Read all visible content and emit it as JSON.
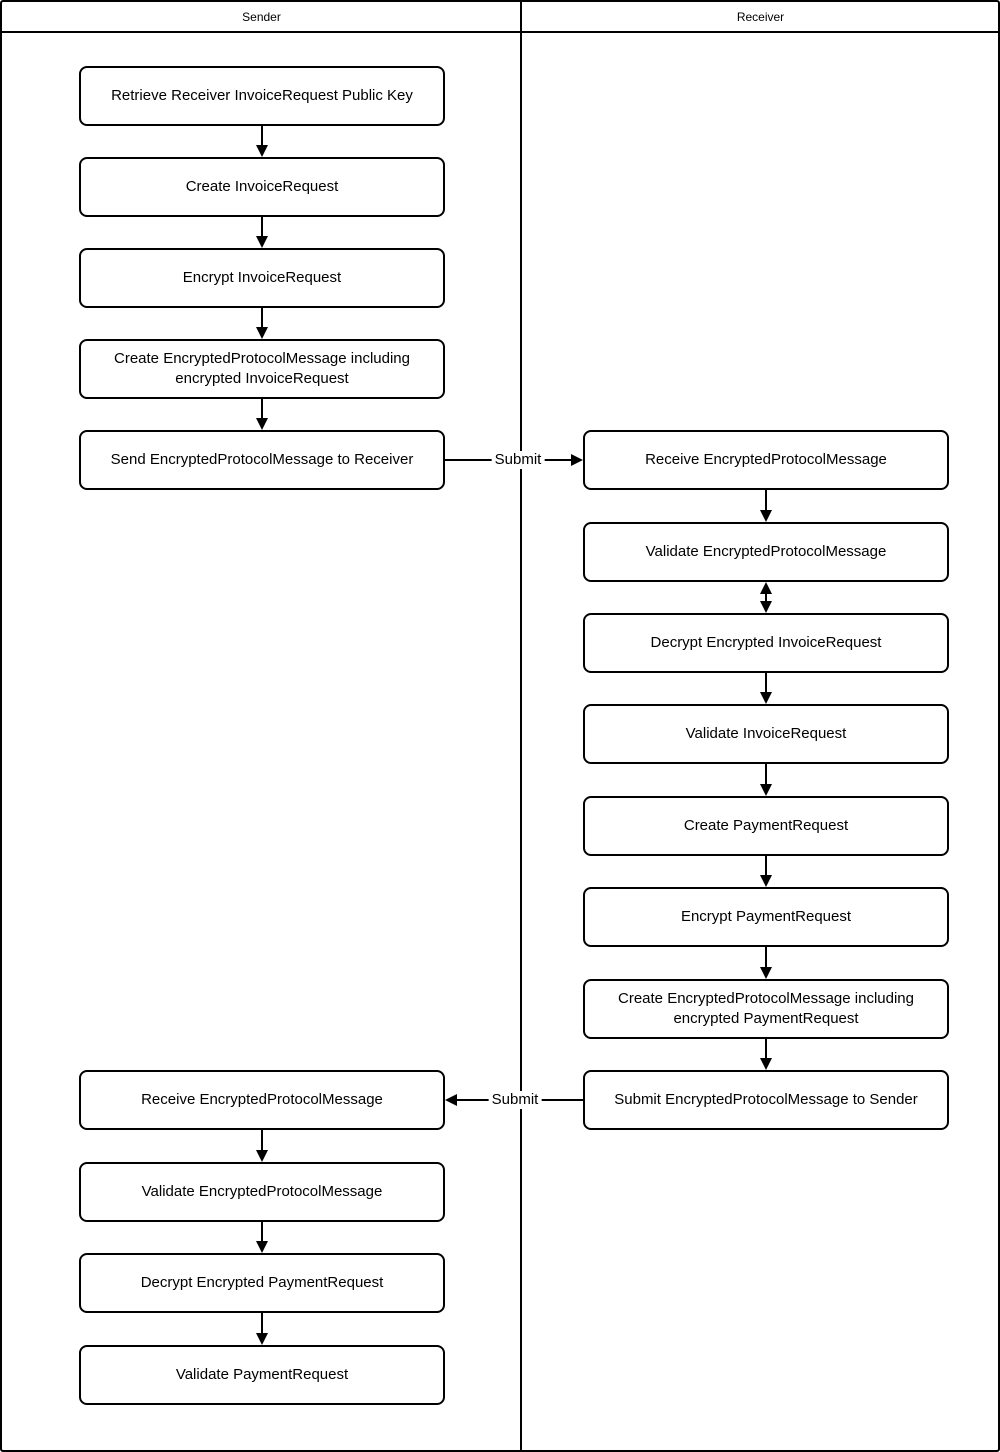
{
  "diagram_type": "swimlane-flowchart",
  "lanes": {
    "sender": {
      "label": "Sender",
      "steps": [
        {
          "label": "Retrieve Receiver InvoiceRequest Public Key"
        },
        {
          "label": "Create InvoiceRequest"
        },
        {
          "label": "Encrypt InvoiceRequest"
        },
        {
          "label": "Create EncryptedProtocolMessage including encrypted InvoiceRequest"
        },
        {
          "label": "Send EncryptedProtocolMessage to Receiver"
        },
        {
          "label": "Receive EncryptedProtocolMessage"
        },
        {
          "label": "Validate EncryptedProtocolMessage"
        },
        {
          "label": "Decrypt Encrypted PaymentRequest"
        },
        {
          "label": "Validate PaymentRequest"
        }
      ]
    },
    "receiver": {
      "label": "Receiver",
      "steps": [
        {
          "label": "Receive EncryptedProtocolMessage"
        },
        {
          "label": "Validate EncryptedProtocolMessage"
        },
        {
          "label": "Decrypt Encrypted InvoiceRequest"
        },
        {
          "label": "Validate InvoiceRequest"
        },
        {
          "label": "Create PaymentRequest"
        },
        {
          "label": "Encrypt PaymentRequest"
        },
        {
          "label": "Create EncryptedProtocolMessage including encrypted PaymentRequest"
        },
        {
          "label": "Submit EncryptedProtocolMessage to Sender"
        }
      ]
    }
  },
  "edges": {
    "submit_to_receiver": {
      "label": "Submit",
      "direction": "sender-to-receiver"
    },
    "submit_to_sender": {
      "label": "Submit",
      "direction": "receiver-to-sender"
    },
    "bidirectional": {
      "between": [
        "Validate EncryptedProtocolMessage",
        "Decrypt Encrypted InvoiceRequest"
      ]
    }
  },
  "colors": {
    "stroke": "#000000",
    "background": "#ffffff",
    "text": "#000000"
  }
}
